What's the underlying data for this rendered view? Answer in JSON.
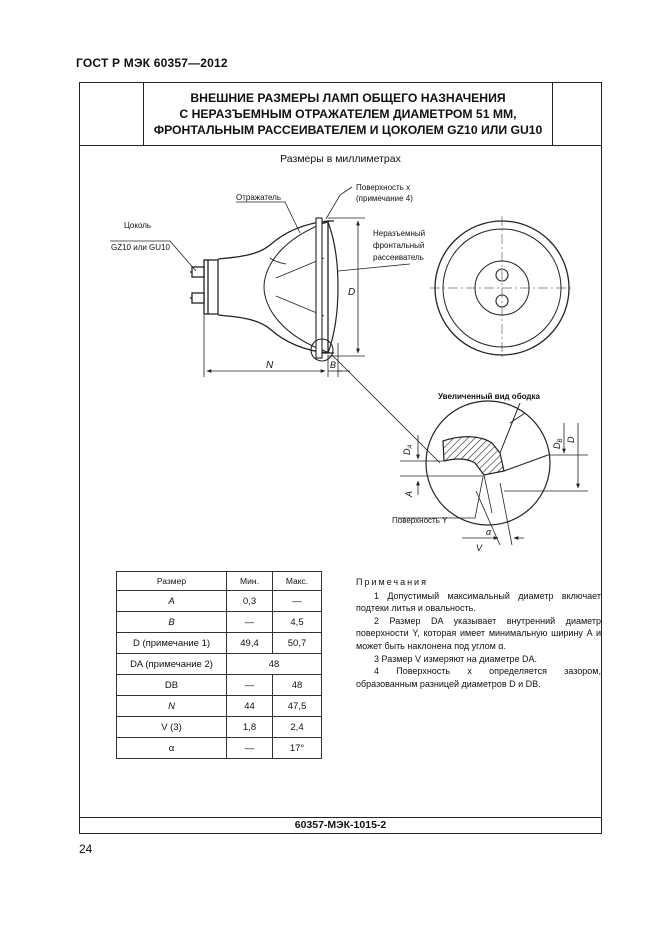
{
  "header": {
    "standard": "ГОСТ Р МЭК 60357—2012"
  },
  "title": {
    "line1": "ВНЕШНИЕ РАЗМЕРЫ ЛАМП ОБЩЕГО НАЗНАЧЕНИЯ",
    "line2": "С НЕРАЗЪЕМНЫМ ОТРАЖАТЕЛЕМ ДИАМЕТРОМ 51 ММ,",
    "line3": "ФРОНТАЛЬНЫМ РАССЕИВАТЕЛЕМ И ЦОКОЛЕМ GZ10 ИЛИ GU10"
  },
  "units_note": "Размеры в миллиметрах",
  "drawing": {
    "surface_x": "Поверхность x",
    "note4": "(примечание 4)",
    "reflector": "Отражатель",
    "base1": "Цоколь",
    "base2": "GZ10 или GU10",
    "diffuser1": "Неразъемный",
    "diffuser2": "фронтальный",
    "diffuser3": "рассеиватель",
    "dim_D": "D",
    "dim_N": "N",
    "dim_B": "B",
    "enlarged_view": "Увеличенный вид ободка",
    "dim_DA": "D",
    "dim_DA_sub": "A",
    "dim_DB": "D",
    "dim_DB_sub": "B",
    "dim_D2": "D",
    "dim_A": "A",
    "surface_y": "Поверхность Y",
    "dim_alpha": "α",
    "dim_V": "V"
  },
  "table": {
    "headers": [
      "Размер",
      "Мин.",
      "Макс."
    ],
    "rows": [
      {
        "name": "A",
        "min": "0,3",
        "max": "—"
      },
      {
        "name": "B",
        "min": "—",
        "max": "4,5"
      },
      {
        "name": "D (примечание 1)",
        "min": "49,4",
        "max": "50,7"
      },
      {
        "name": "DA (примечание 2)",
        "span": "48"
      },
      {
        "name": "DB",
        "min": "—",
        "max": "48"
      },
      {
        "name": "N",
        "min": "44",
        "max": "47,5"
      },
      {
        "name": "V (3)",
        "min": "1,8",
        "max": "2,4"
      },
      {
        "name": "α",
        "min": "—",
        "max": "17°"
      }
    ]
  },
  "notes": {
    "title": "Примечания",
    "n1": "1 Допустимый максимальный диаметр включает подтеки литья и овальность.",
    "n2": "2 Размер DA указывает внутренний диаметр поверхности Y, которая имеет минимальную ширину A и может быть наклонена под углом α.",
    "n3": "3 Размер V измеряют на диаметре DA.",
    "n4": "4 Поверхность x определяется зазором, образованным разницей диаметров D и DB."
  },
  "footer": {
    "sheet_code": "60357-МЭК-1015-2",
    "page": "24"
  }
}
